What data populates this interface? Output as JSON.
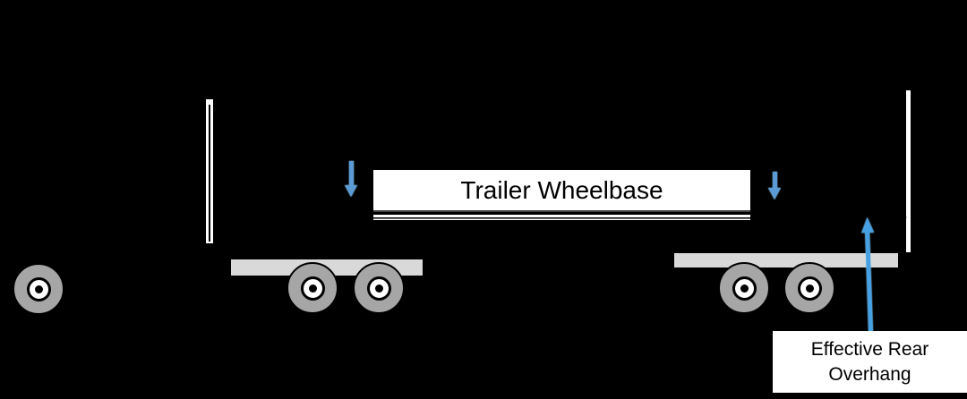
{
  "labels": {
    "trailer_wheelbase": "Trailer Wheelbase",
    "effective_rear_overhang": "Effective Rear Overhang"
  },
  "icons": {
    "left_dimension_marker": "down-arrow",
    "right_dimension_marker": "down-arrow",
    "overhang_pointer": "up-arrow",
    "overhang_dimension_end": "right-arrowhead"
  },
  "colors": {
    "background": "#000000",
    "label_bg": "#ffffff",
    "label_text": "#000000",
    "line": "#ffffff",
    "outline": "#000000",
    "deck": "#d9d9d9",
    "tire": "#a6a6a6",
    "hub": "#ffffff",
    "arrow_blue": "#5b9bd5",
    "arrow_up_blue": "#47a0e3"
  }
}
